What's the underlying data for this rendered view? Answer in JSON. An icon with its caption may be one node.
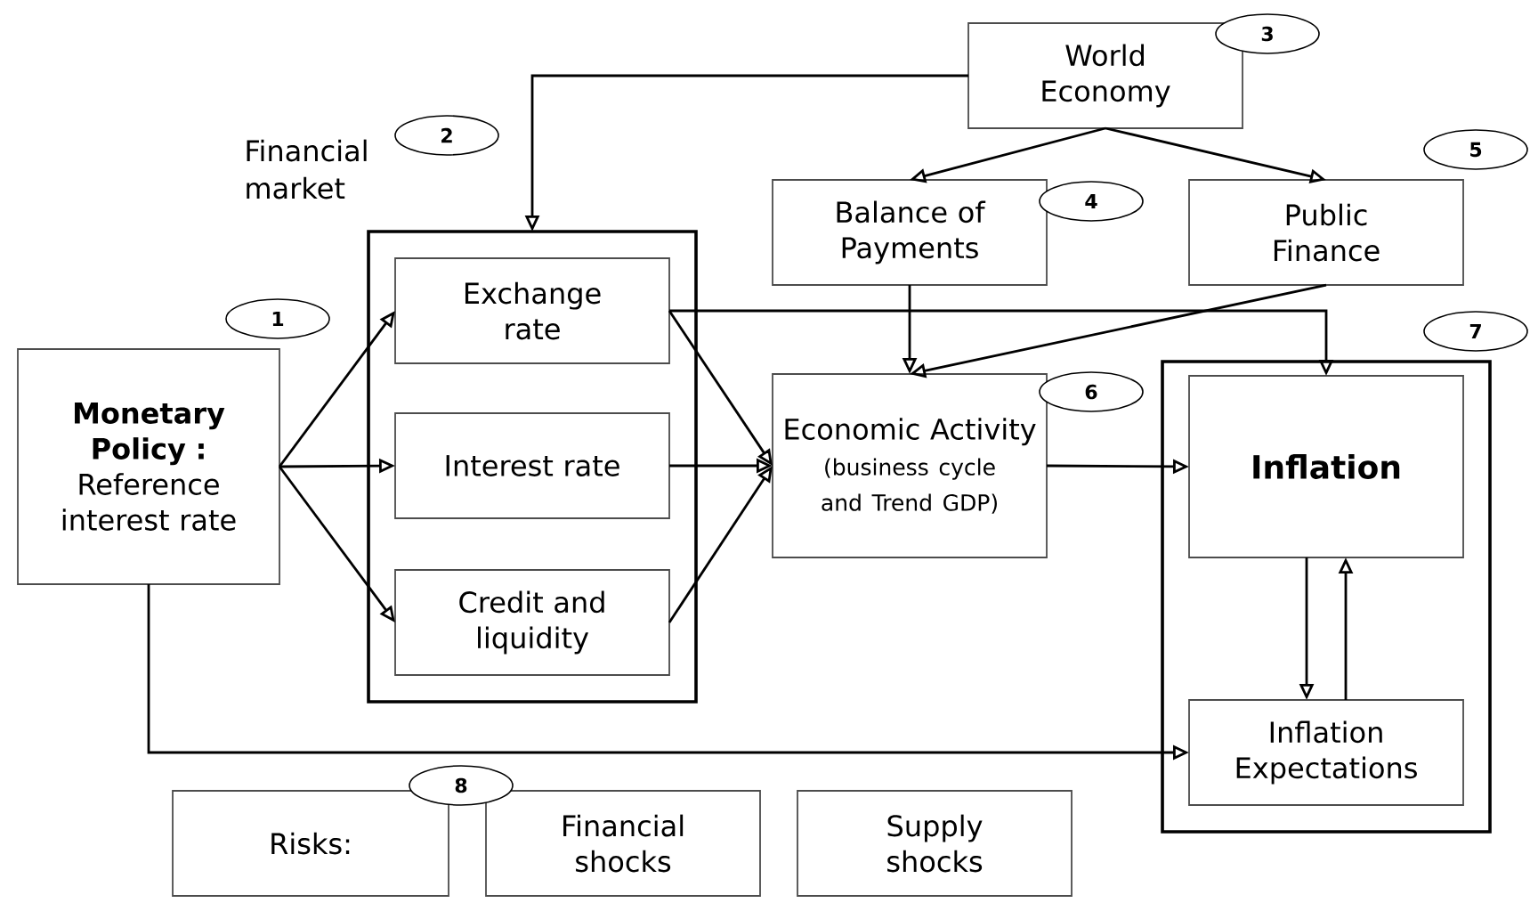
{
  "diagram": {
    "nodes": [
      {
        "text": [
          "**Monetary Policy :** Reference interest rate"
        ]
      },
      {
        "text": [
          "Financial market"
        ]
      },
      {
        "text": [
          "Exchange rate"
        ],
        "in": 1
      },
      {
        "text": [
          "Interest rate"
        ],
        "in": 1
      },
      {
        "text": [
          "Credit and liquidity"
        ],
        "in": 1
      },
      {
        "text": [
          "World Economy"
        ]
      },
      {
        "text": [
          "Balance of Payments"
        ]
      },
      {
        "text": [
          "Public Finance"
        ]
      },
      {
        "text": [
          "Economic Activity",
          "(business cycle and Trend GDP)"
        ]
      },
      {
        "text": [],
        "shape": "box"
      },
      {
        "text": [
          "Inflation"
        ],
        "in": 9
      },
      {
        "text": [
          "Inflation Expectations"
        ],
        "in": 9
      },
      {
        "text": [
          "Risks:"
        ]
      },
      {
        "text": [
          "Financial shocks"
        ]
      },
      {
        "text": [
          "Supply shocks"
        ]
      },
      {
        "text": [
          "1"
        ]
      },
      {
        "text": [
          "2"
        ]
      },
      {
        "text": [
          "3"
        ]
      },
      {
        "text": [
          "4"
        ]
      },
      {
        "text": [
          "5"
        ]
      },
      {
        "text": [
          "6"
        ]
      },
      {
        "text": [
          "7"
        ]
      },
      {
        "text": [
          "8"
        ]
      }
    ],
    "edges": [
      {
        "from": 0,
        "to": 2,
        "arrow": "to"
      },
      {
        "from": 0,
        "to": 3,
        "arrow": "to"
      },
      {
        "from": 0,
        "to": 4,
        "arrow": "to"
      },
      {
        "from": 0,
        "to": 11,
        "arrow": "to"
      },
      {
        "from": 5,
        "to": 1,
        "arrow": "to"
      },
      {
        "from": 5,
        "to": 6,
        "arrow": "to"
      },
      {
        "from": 5,
        "to": 7,
        "arrow": "to"
      },
      {
        "from": 2,
        "to": 8,
        "arrow": "to"
      },
      {
        "from": 3,
        "to": 8,
        "arrow": "to"
      },
      {
        "from": 4,
        "to": 8,
        "arrow": "to"
      },
      {
        "from": 6,
        "to": 8,
        "arrow": "to"
      },
      {
        "from": 7,
        "to": 8,
        "arrow": "to"
      },
      {
        "from": 2,
        "to": 10,
        "arrow": "to"
      },
      {
        "from": 8,
        "to": 10,
        "arrow": "to"
      },
      {
        "from": 10,
        "to": 11,
        "arrow": "to"
      },
      {
        "from": 11,
        "to": 10,
        "arrow": "to"
      }
    ]
  }
}
